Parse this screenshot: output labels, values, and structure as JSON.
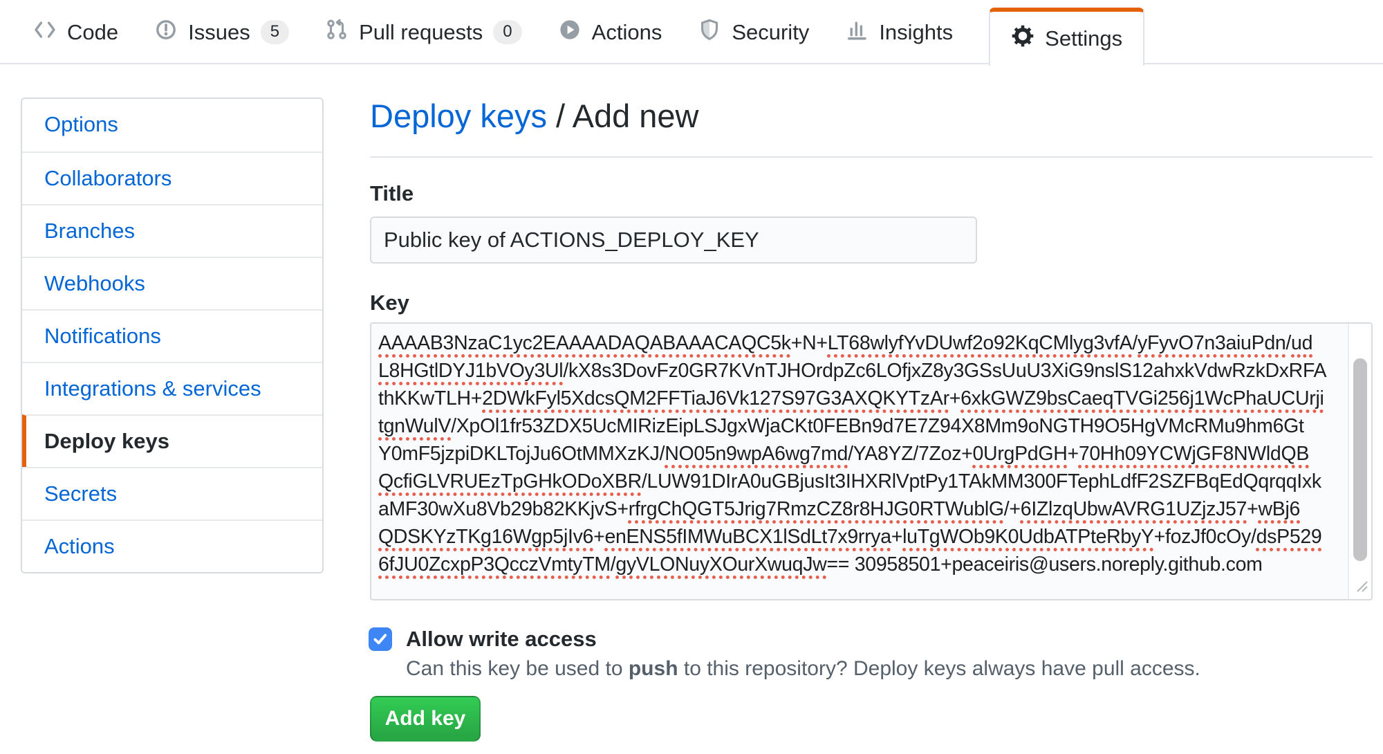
{
  "nav": {
    "items": [
      {
        "label": "Code",
        "icon": "code-icon"
      },
      {
        "label": "Issues",
        "icon": "issue-opened-icon",
        "badge": "5"
      },
      {
        "label": "Pull requests",
        "icon": "git-pull-request-icon",
        "badge": "0"
      },
      {
        "label": "Actions",
        "icon": "play-icon"
      },
      {
        "label": "Security",
        "icon": "shield-icon"
      },
      {
        "label": "Insights",
        "icon": "graph-icon"
      },
      {
        "label": "Settings",
        "icon": "gear-icon",
        "active": true
      }
    ]
  },
  "sidebar": {
    "items": [
      {
        "label": "Options"
      },
      {
        "label": "Collaborators"
      },
      {
        "label": "Branches"
      },
      {
        "label": "Webhooks"
      },
      {
        "label": "Notifications"
      },
      {
        "label": "Integrations & services"
      },
      {
        "label": "Deploy keys",
        "active": true
      },
      {
        "label": "Secrets"
      },
      {
        "label": "Actions"
      }
    ]
  },
  "main": {
    "breadcrumb": {
      "link": "Deploy keys",
      "separator": " / ",
      "current": "Add new"
    },
    "title_field": {
      "label": "Title",
      "value": "Public key of ACTIONS_DEPLOY_KEY"
    },
    "key_field": {
      "label": "Key",
      "lines": [
        [
          {
            "t": "AAAAB3NzaC1yc2EAAAADAQABAAACAQC5k",
            "u": true
          },
          {
            "t": "+N+",
            "u": false
          },
          {
            "t": "LT68wlyfYvDUwf2o92KqCMlyg3vfA",
            "u": true
          },
          {
            "t": "/",
            "u": false
          },
          {
            "t": "yFyvO7n3aiuPdn",
            "u": true
          },
          {
            "t": "/",
            "u": false
          },
          {
            "t": "ud",
            "u": true
          }
        ],
        [
          {
            "t": "L8HGtlDYJ1bVOy3Ul",
            "u": true
          },
          {
            "t": "/kX8s3DovFz0GR7KVnTJHOrdpZc6LOfjxZ8y3GSsUuU3XiG9nslS12ahxkVdwRzkDxRFA",
            "u": false
          }
        ],
        [
          {
            "t": "thKKwTLH+",
            "u": false
          },
          {
            "t": "2DWkFyl5XdcsQM2FFTiaJ6Vk127S97G3AXQKYTzAr",
            "u": true
          },
          {
            "t": "+",
            "u": false
          },
          {
            "t": "6xkGWZ9bsCaeqTVGi256j1WcPhaUCUrji",
            "u": true
          }
        ],
        [
          {
            "t": "tgnWulV",
            "u": true
          },
          {
            "t": "/XpOl1fr53ZDX5UcMIRizEipLSJgxWjaCKt0FEBn9d7E7Z94X8Mm9oNGTH9O5HgVMcRMu9hm6Gt",
            "u": false
          }
        ],
        [
          {
            "t": "Y0mF5jzpiDKLTojJu6OtMMXzKJ/",
            "u": false
          },
          {
            "t": "NO05n9wpA6wg7md",
            "u": true
          },
          {
            "t": "/YA8YZ/7Zoz+",
            "u": false
          },
          {
            "t": "0UrgPdGH",
            "u": true
          },
          {
            "t": "+",
            "u": false
          },
          {
            "t": "70Hh09YCWjGF8NWldQB",
            "u": true
          }
        ],
        [
          {
            "t": "QcfiGLVRUEzTpGHkODoXBR",
            "u": true
          },
          {
            "t": "/LUW91DIrA0uGBjusIt3IHXRlVptPy1TAkMM300FTephLdfF2SZFBqEdQqrqqIxk",
            "u": false
          }
        ],
        [
          {
            "t": "aMF30wXu8Vb29b82KKjvS+",
            "u": false
          },
          {
            "t": "rfrgChQGT5Jrig7RmzCZ8r8HJG0RTWublG",
            "u": true
          },
          {
            "t": "/+",
            "u": false
          },
          {
            "t": "6IZlzqUbwAVRG1UZjzJ57",
            "u": true
          },
          {
            "t": "+",
            "u": false
          },
          {
            "t": "wBj6",
            "u": true
          }
        ],
        [
          {
            "t": "QDSKYzTKg16Wgp5jIv6",
            "u": true
          },
          {
            "t": "+",
            "u": false
          },
          {
            "t": "enENS5fIMWuBCX1lSdLt7x9rrya",
            "u": true
          },
          {
            "t": "+",
            "u": false
          },
          {
            "t": "luTgWOb9K0UdbATPteRbyY",
            "u": true
          },
          {
            "t": "+fozJf0cOy/",
            "u": false
          },
          {
            "t": "dsP529",
            "u": true
          }
        ],
        [
          {
            "t": "6fJU0ZcxpP3QcczVmtyTM",
            "u": true
          },
          {
            "t": "/",
            "u": false
          },
          {
            "t": "gyVLONuyXOurXwuqJw",
            "u": true
          },
          {
            "t": "== 30958501+peaceiris@users.noreply.github.com",
            "u": false
          }
        ]
      ]
    },
    "write_access": {
      "label": "Allow write access",
      "checked": true,
      "desc_pre": "Can this key be used to ",
      "desc_bold": "push",
      "desc_post": " to this repository? Deploy keys always have pull access."
    },
    "submit_label": "Add key"
  },
  "colors": {
    "accent_orange": "#e36209",
    "link_blue": "#0366d6",
    "button_green_top": "#33cc54",
    "button_green_bottom": "#28a745",
    "checkbox_blue": "#3e86f6",
    "spellcheck_red": "#e7604f",
    "nav_icon_gray": "#959da5",
    "border_gray": "#e1e4e8"
  }
}
